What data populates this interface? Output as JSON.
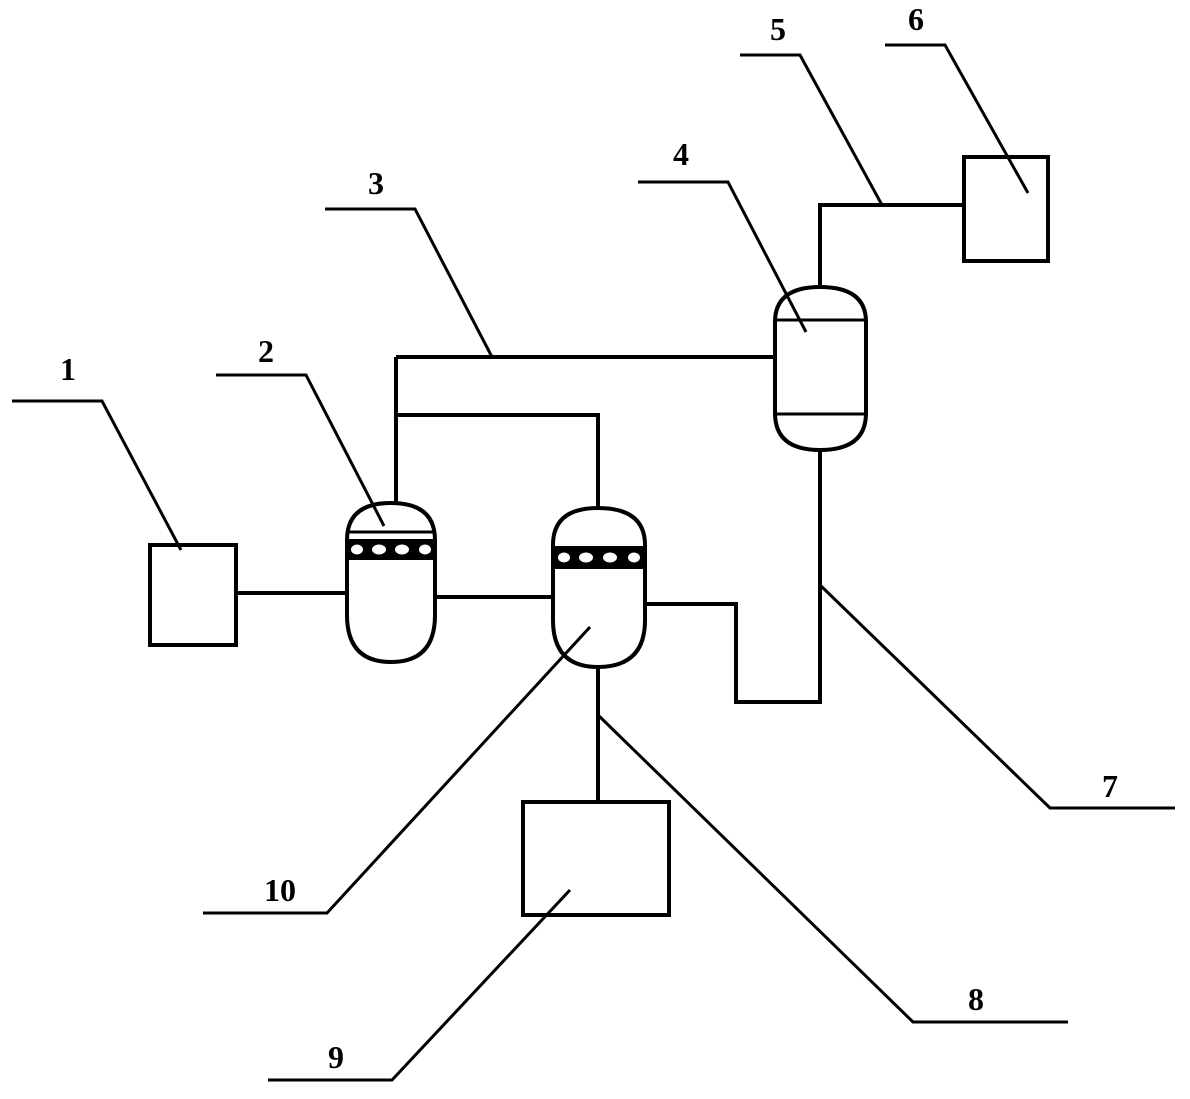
{
  "labels": {
    "l1": "1",
    "l2": "2",
    "l3": "3",
    "l4": "4",
    "l5": "5",
    "l6": "6",
    "l7": "7",
    "l8": "8",
    "l9": "9",
    "l10": "10"
  },
  "colors": {
    "line": "#000000",
    "background": "#ffffff"
  }
}
